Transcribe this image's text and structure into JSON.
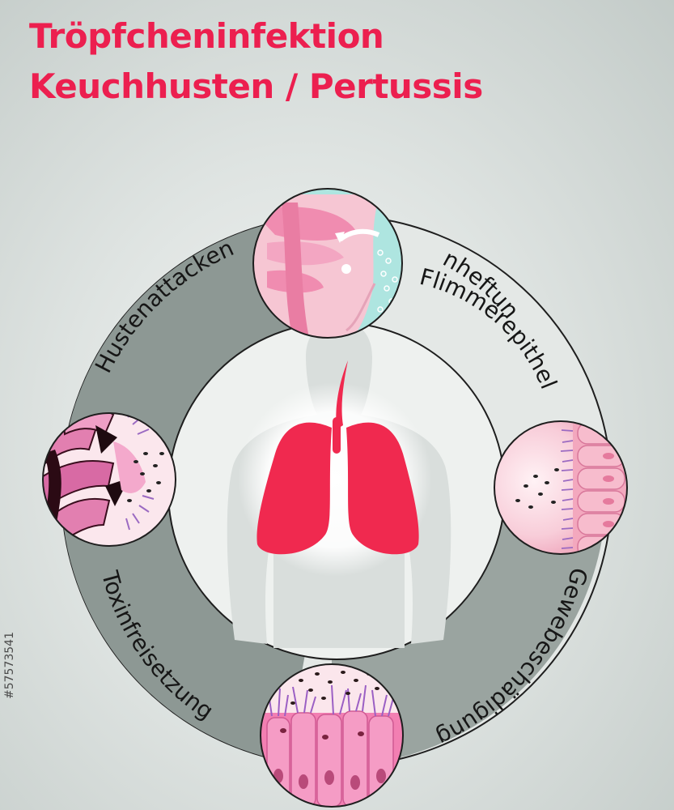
{
  "title": {
    "line1": "Tröpfcheninfektion",
    "line2": "Keuchhusten / Pertussis"
  },
  "stages": {
    "anheftung": "Anheftung",
    "flimmerepithel": "Flimmerepithel",
    "gewebeschaedigung": "Gewebeschädigung",
    "toxinfreisetzung": "Toxinfreisetzung",
    "hustenattacken": "Hustenattacken"
  },
  "watermark": "#57573541",
  "colors": {
    "title": "#ec1f4f",
    "lungs": "#f0294f",
    "ring_dark": "#8d9894",
    "ring_light": "#e4e8e6"
  },
  "icons": {
    "center": "lungs-icon",
    "top": "nose-droplet-icon",
    "right": "ciliated-epithelium-icon",
    "bottom": "damaged-tissue-icon",
    "left": "toxin-release-icon"
  }
}
